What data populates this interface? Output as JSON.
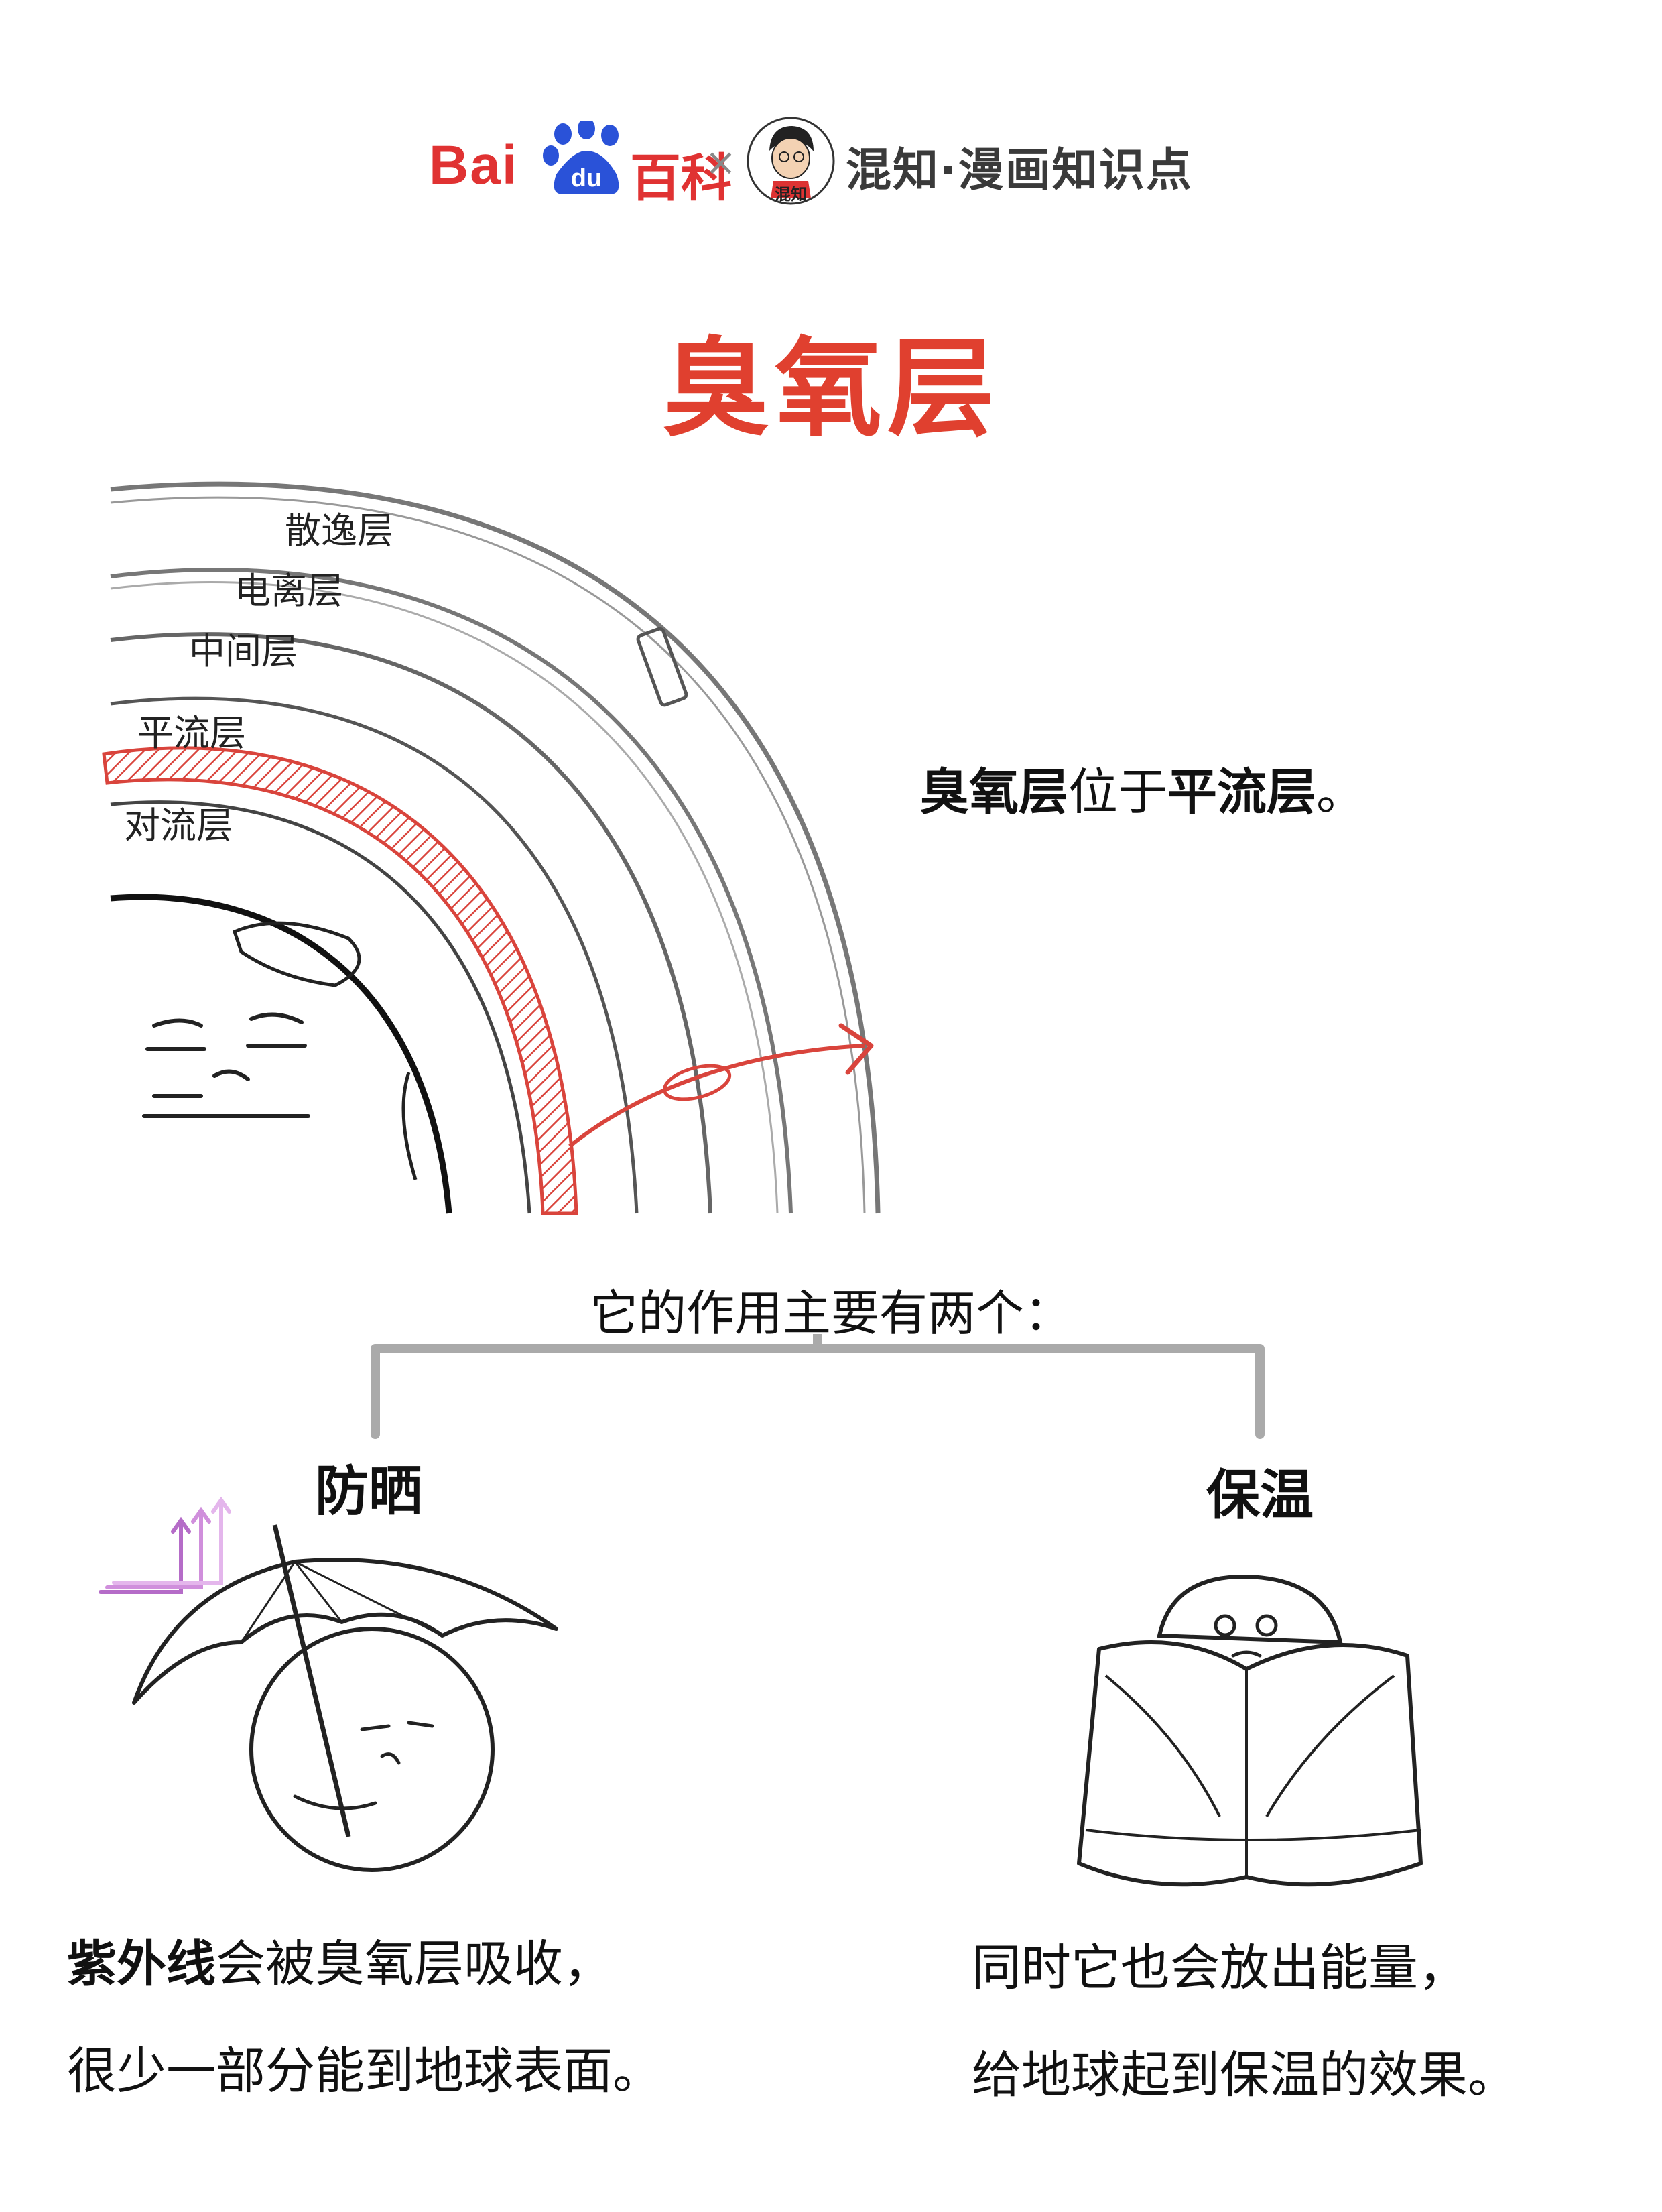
{
  "header": {
    "baidu_wordmark": "Bai",
    "baidu_du": "du",
    "baike_label": "百科",
    "times_symbol": "×",
    "partner_badge": "混知",
    "partner_label": "混知·漫画知识点"
  },
  "title": "臭氧层",
  "layers": {
    "exosphere": "散逸层",
    "ionosphere": "电离层",
    "mesosphere": "中间层",
    "stratosphere": "平流层",
    "troposphere": "对流层"
  },
  "ozone_statement": {
    "subject": "臭氧层",
    "verb": "位于",
    "object": "平流层",
    "end": "。"
  },
  "functions": {
    "intro": "它的作用主要有两个：",
    "left": {
      "title": "防晒",
      "caption_bold": "紫外线",
      "caption_line1_rest": "会被臭氧层吸收，",
      "caption_line2": "很少一部分能到地球表面。"
    },
    "right": {
      "title": "保温",
      "caption_line1": "同时它也会放出能量，",
      "caption_line2": "给地球起到保温的效果。"
    }
  },
  "colors": {
    "brand_red": "#e03232",
    "title_red": "#e0402f",
    "ozone_red": "#d9443c",
    "uv_purple": "#b56cc8",
    "line_gray": "#999999"
  }
}
